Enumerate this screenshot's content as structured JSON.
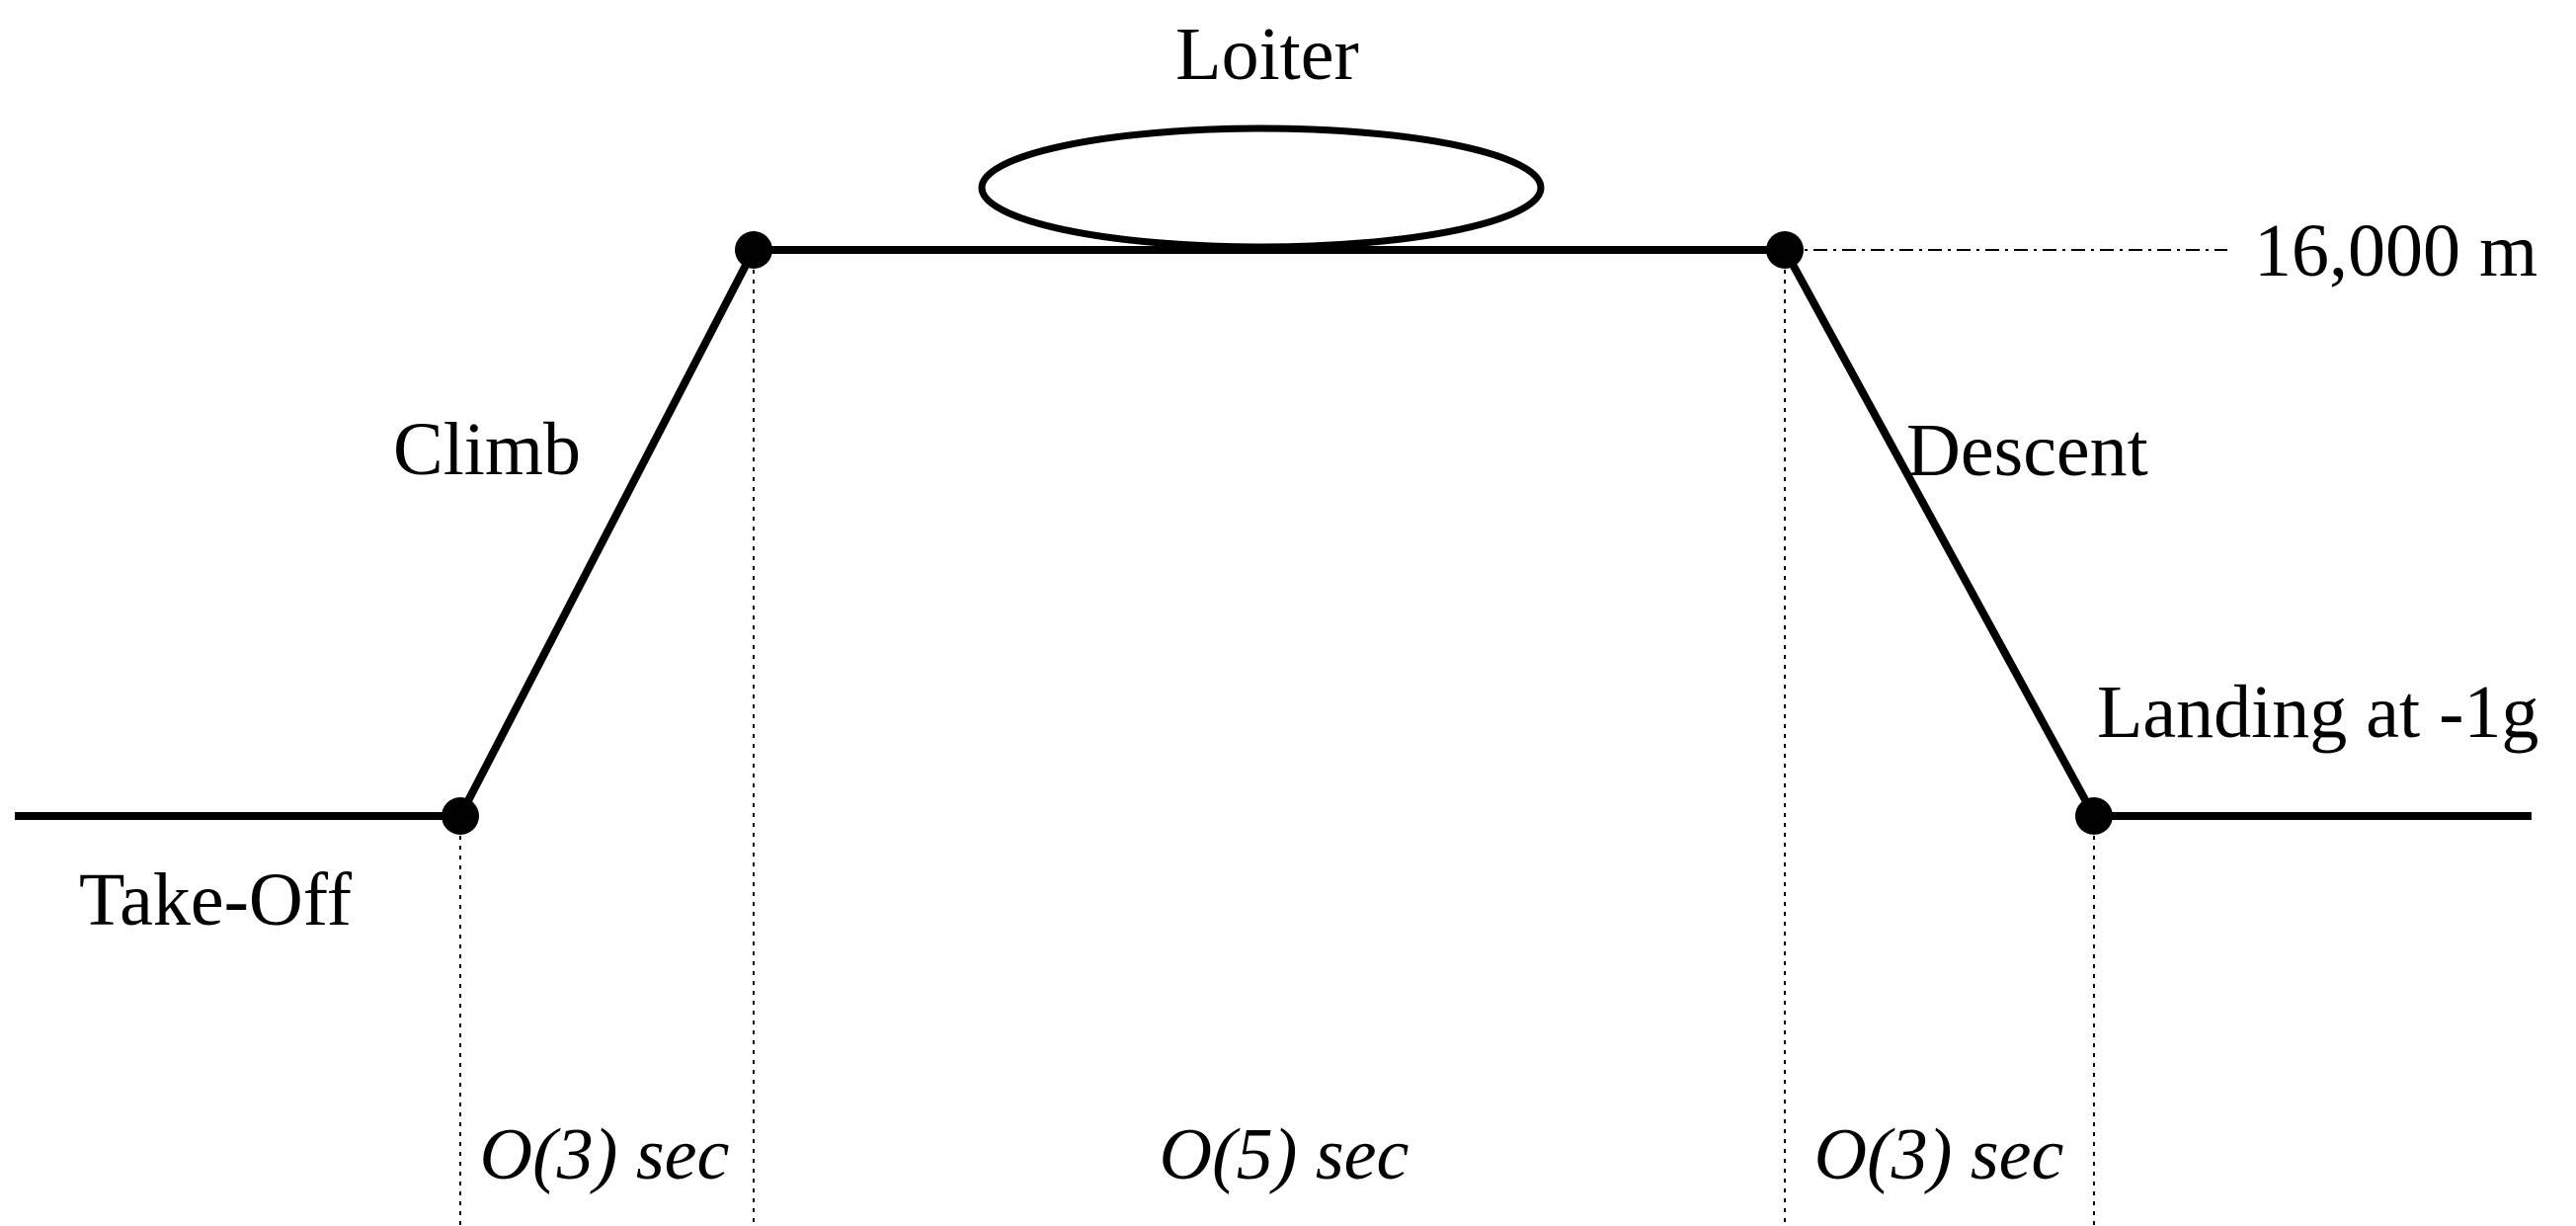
{
  "phases": {
    "takeoff": "Take-Off",
    "climb": "Climb",
    "loiter": "Loiter",
    "descent": "Descent",
    "landing": "Landing at -1g"
  },
  "altitude_label": "16,000 m",
  "durations": {
    "climb": "O(3) sec",
    "loiter": "O(5) sec",
    "descent": "O(3) sec"
  },
  "colors": {
    "line": "#000000",
    "background": "#ffffff"
  }
}
